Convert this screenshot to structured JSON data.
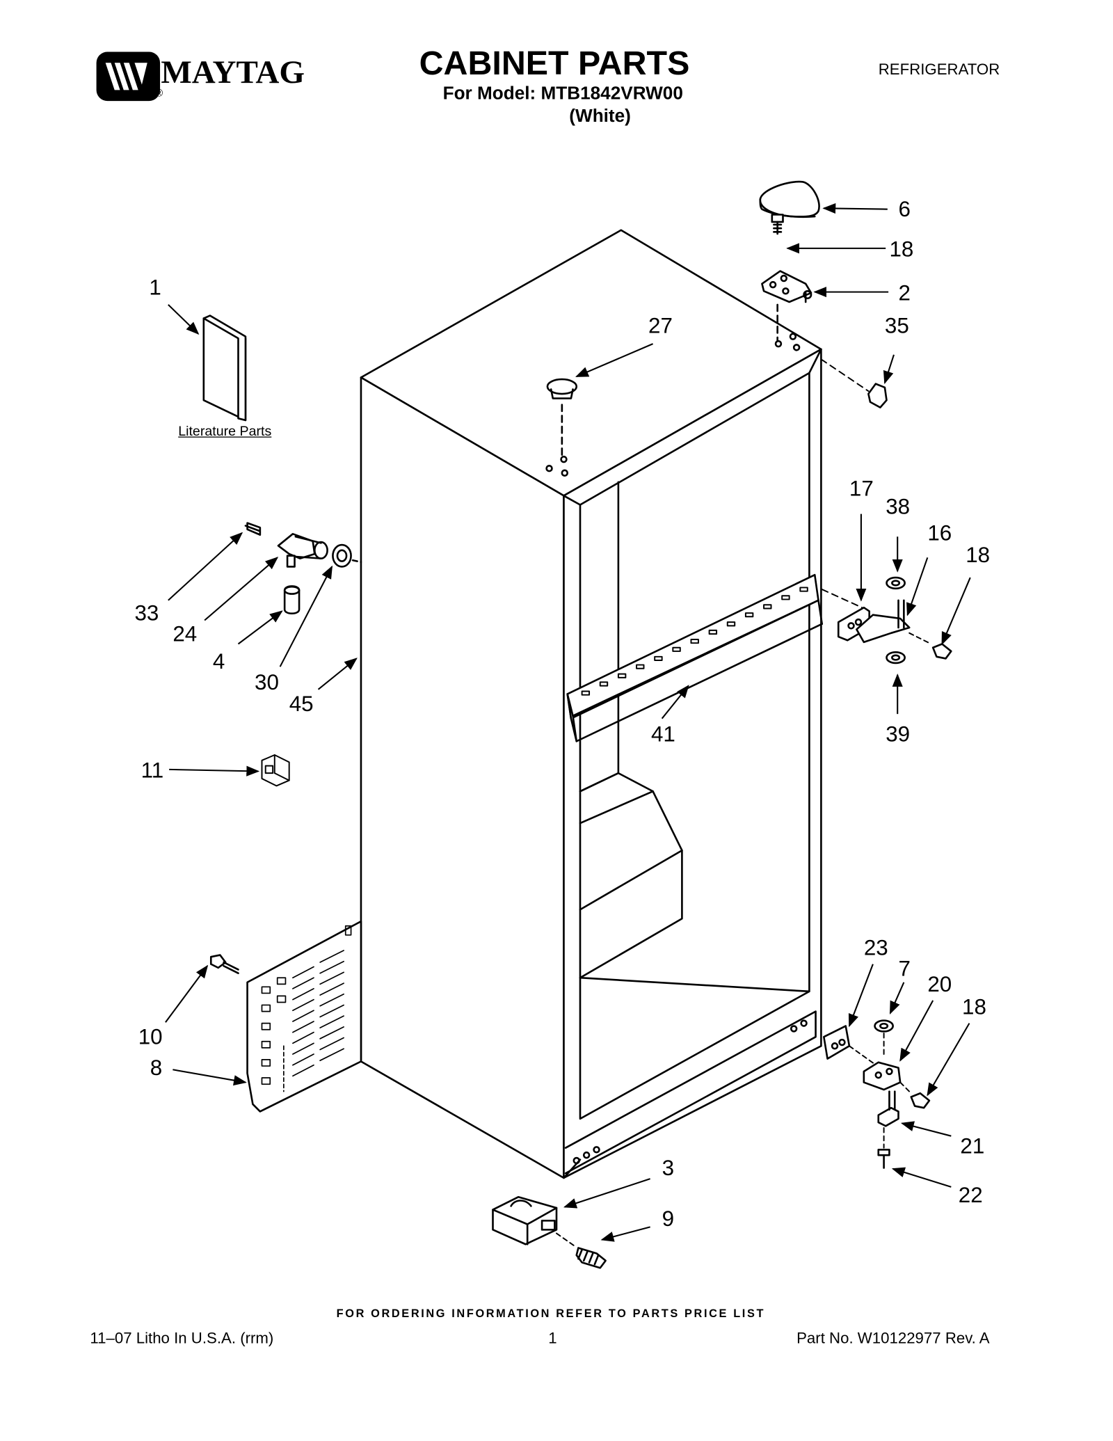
{
  "brand": {
    "name": "MAYTAG",
    "registered": "®"
  },
  "header": {
    "title": "CABINET PARTS",
    "model_line": "For Model: MTB1842VRW00",
    "color_line": "(White)",
    "product_type": "REFRIGERATOR"
  },
  "diagram": {
    "literature_label": "Literature Parts",
    "callouts": [
      "1",
      "6",
      "18",
      "2",
      "27",
      "35",
      "17",
      "38",
      "16",
      "18",
      "33",
      "24",
      "4",
      "30",
      "45",
      "41",
      "39",
      "11",
      "23",
      "7",
      "20",
      "18",
      "10",
      "8",
      "21",
      "22",
      "3",
      "9"
    ]
  },
  "footer": {
    "ordering_note": "FOR ORDERING INFORMATION REFER TO PARTS PRICE LIST",
    "litho": "11–07 Litho In U.S.A. (rrm)",
    "page_number": "1",
    "part_number": "Part No. W10122977 Rev. A"
  }
}
